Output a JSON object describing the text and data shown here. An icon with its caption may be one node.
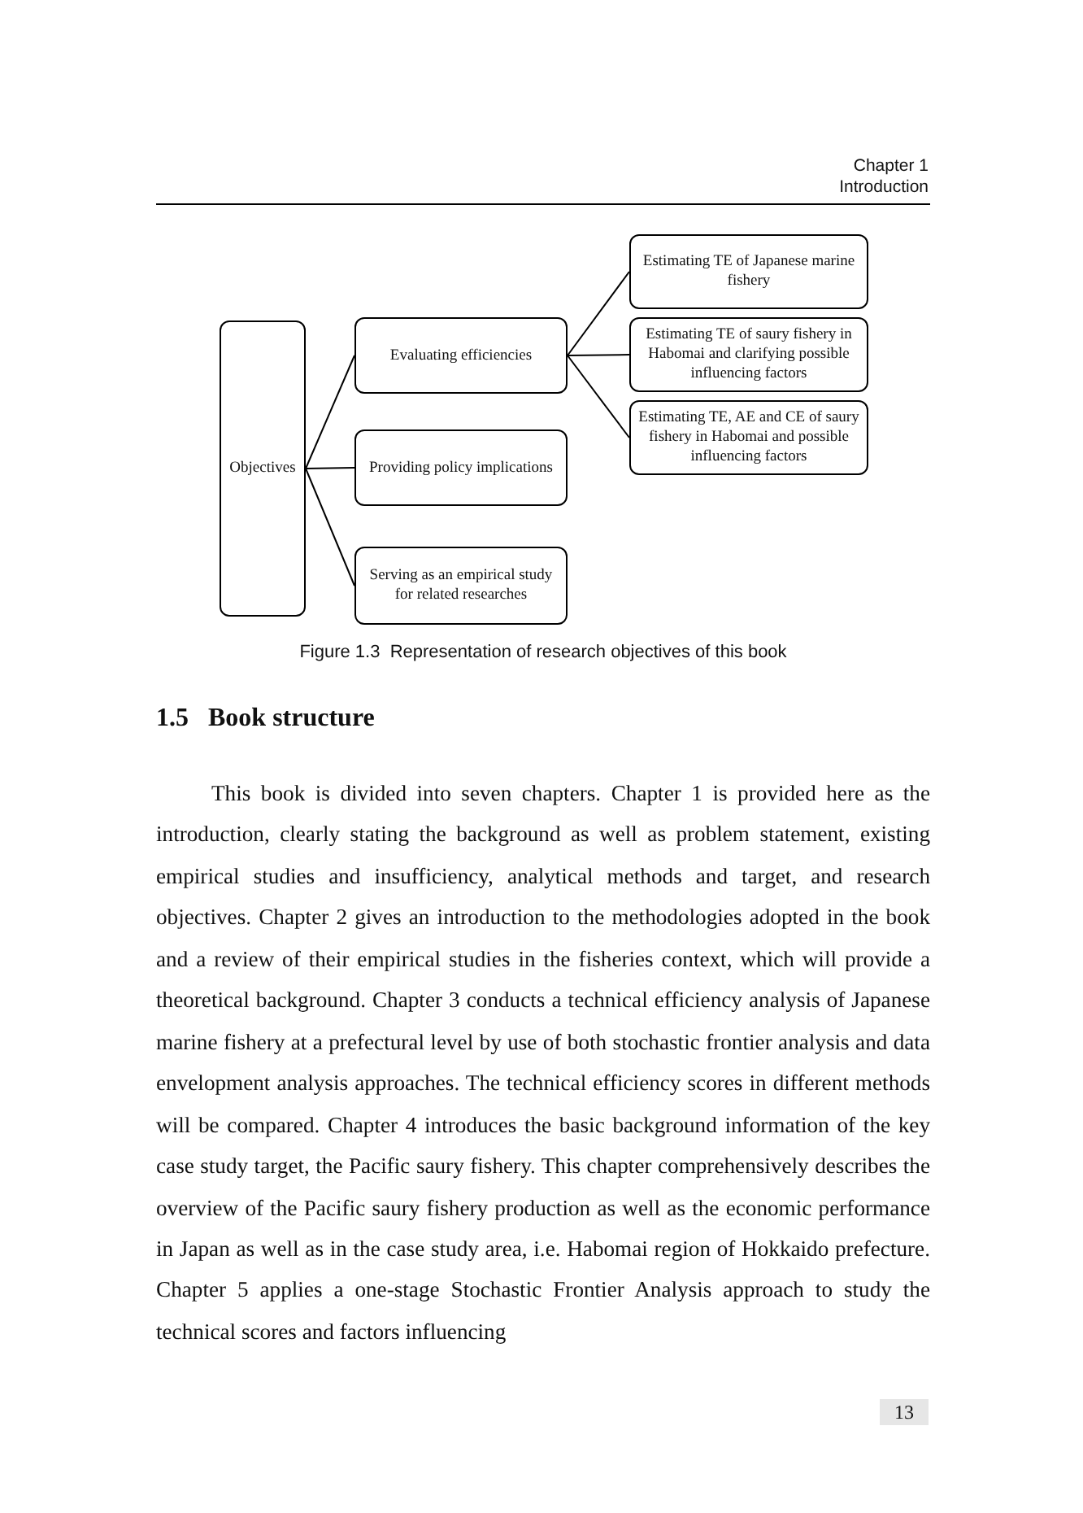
{
  "diagram": {
    "caption": "Figure 1.3  Representation of research objectives of this book",
    "nodes": [
      {
        "text": [
          "Objectives"
        ]
      },
      {
        "text": [
          "Evaluating efficiencies"
        ]
      },
      {
        "text": [
          "Providing policy implications"
        ]
      },
      {
        "text": [
          "Serving as an empirical study for related researches"
        ]
      },
      {
        "text": [
          "Estimating TE of Japanese marine fishery"
        ]
      },
      {
        "text": [
          "Estimating TE of saury fishery in Habomai and clarifying possible influencing factors"
        ]
      },
      {
        "text": [
          "Estimating TE, AE and CE of saury fishery in Habomai and possible influencing factors"
        ]
      }
    ],
    "edges": [
      {
        "from": 0,
        "to": 1,
        "arrow": "none"
      },
      {
        "from": 0,
        "to": 2,
        "arrow": "none"
      },
      {
        "from": 0,
        "to": 3,
        "arrow": "none"
      },
      {
        "from": 1,
        "to": 4,
        "arrow": "none"
      },
      {
        "from": 1,
        "to": 5,
        "arrow": "none"
      },
      {
        "from": 1,
        "to": 6,
        "arrow": "none"
      }
    ],
    "labels": [
      "Chapter 1",
      "Introduction",
      "1.5   Book structure",
      "This book is divided into seven chapters. Chapter 1 is provided here as the introduction, clearly stating the background as well as problem statement, existing empirical studies and insufficiency, analytical methods and target, and research objectives. Chapter 2 gives an introduction to the methodologies adopted in the book and a review of their empirical studies in the fisheries context, which will provide a theoretical background. Chapter 3 conducts a technical efficiency analysis of Japanese marine fishery at a prefectural level by use of both stochastic frontier analysis and data envelopment analysis approaches. The technical efficiency scores in different methods will be compared. Chapter 4 introduces the basic background information of the key case study target, the Pacific saury fishery. This chapter comprehensively describes the overview of the Pacific saury fishery production as well as the economic performance in Japan as well as in the case study area, i.e. Habomai region of Hokkaido prefecture. Chapter 5 applies a one-stage Stochastic Frontier Analysis approach to study the technical scores and factors influencing",
      "13"
    ]
  }
}
